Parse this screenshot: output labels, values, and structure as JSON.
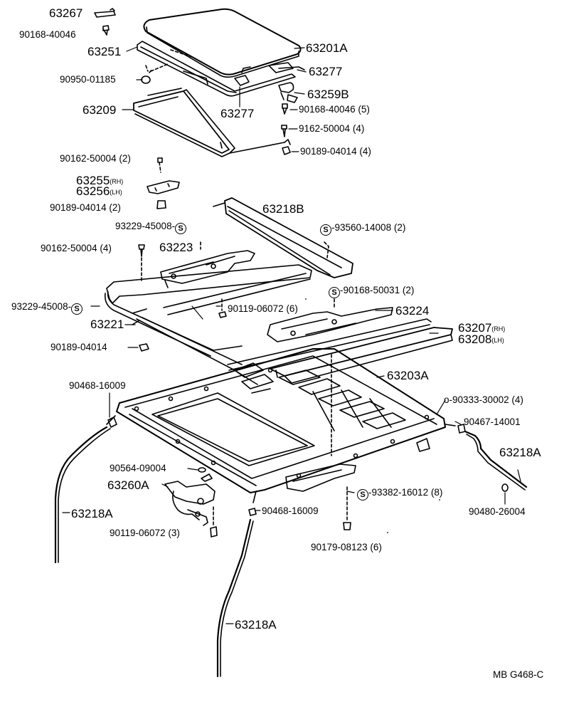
{
  "parts": {
    "p63267": "63267",
    "p90168_40046a": "90168-40046",
    "p63251": "63251",
    "p63201A": "63201A",
    "p90950_01185": "90950-01185",
    "p63277a": "63277",
    "p63259B": "63259B",
    "p63277b": "63277",
    "p63209": "63209",
    "p90168_40046b": "90168-40046 (5)",
    "p9162_50004": "9162-50004 (4)",
    "p90162_50004a": "90162-50004 (2)",
    "p90189_04014a": "90189-04014 (4)",
    "p63255": "63255",
    "p63255_side": "(RH)",
    "p63256": "63256",
    "p63256_side": "(LH)",
    "p90189_04014b": "90189-04014 (2)",
    "p63218B": "63218B",
    "p93229_45008a": "93229-45008",
    "p93560_14008": "93560-14008 (2)",
    "p90162_50004b": "90162-50004 (4)",
    "p63223": "63223",
    "p90168_50031": "90168-50031 (2)",
    "p93229_45008b": "93229-45008",
    "p90119_06072a": "90119-06072 (6)",
    "p63224": "63224",
    "p63221": "63221",
    "p63207": "63207",
    "p63207_side": "(RH)",
    "p63208": "63208",
    "p63208_side": "(LH)",
    "p90189_04014c": "90189-04014",
    "p63203A": "63203A",
    "p90468_16009a": "90468-16009",
    "p90333_30002": "90333-30002 (4)",
    "p90467_14001": "90467-14001",
    "p63218A_r": "63218A",
    "p90564_09004": "90564-09004",
    "p63260A": "63260A",
    "p93382_16012": "93382-16012 (8)",
    "p90480_26004": "90480-26004",
    "p63218A_l": "63218A",
    "p90468_16009b": "90468-16009",
    "p90119_06072b": "90119-06072 (3)",
    "p90179_08123": "90179-08123 (6)",
    "p63218A_b": "63218A",
    "s_mark": "S"
  },
  "footer": {
    "code": "MB G468-C"
  }
}
